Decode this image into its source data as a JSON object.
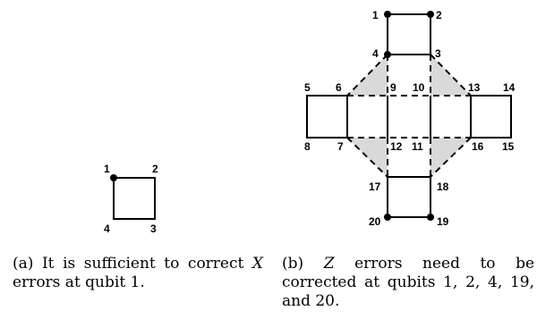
{
  "figure_a": {
    "qubits": [
      {
        "id": "1",
        "label": "1",
        "marked": true
      },
      {
        "id": "2",
        "label": "2",
        "marked": false
      },
      {
        "id": "3",
        "label": "3",
        "marked": false
      },
      {
        "id": "4",
        "label": "4",
        "marked": false
      }
    ],
    "caption": {
      "tag": "(a)",
      "before": "It is sufficient to correct",
      "var": "X",
      "after": "errors at qubit 1."
    }
  },
  "figure_b": {
    "qubits": [
      {
        "id": "1",
        "label": "1",
        "marked": true
      },
      {
        "id": "2",
        "label": "2",
        "marked": true
      },
      {
        "id": "3",
        "label": "3",
        "marked": false
      },
      {
        "id": "4",
        "label": "4",
        "marked": true
      },
      {
        "id": "5",
        "label": "5",
        "marked": false
      },
      {
        "id": "6",
        "label": "6",
        "marked": false
      },
      {
        "id": "7",
        "label": "7",
        "marked": false
      },
      {
        "id": "8",
        "label": "8",
        "marked": false
      },
      {
        "id": "9",
        "label": "9",
        "marked": false
      },
      {
        "id": "10",
        "label": "10",
        "marked": false
      },
      {
        "id": "11",
        "label": "11",
        "marked": false
      },
      {
        "id": "12",
        "label": "12",
        "marked": false
      },
      {
        "id": "13",
        "label": "13",
        "marked": false
      },
      {
        "id": "14",
        "label": "14",
        "marked": false
      },
      {
        "id": "15",
        "label": "15",
        "marked": false
      },
      {
        "id": "16",
        "label": "16",
        "marked": false
      },
      {
        "id": "17",
        "label": "17",
        "marked": false
      },
      {
        "id": "18",
        "label": "18",
        "marked": false
      },
      {
        "id": "19",
        "label": "19",
        "marked": true
      },
      {
        "id": "20",
        "label": "20",
        "marked": true
      }
    ],
    "caption": {
      "tag": "(b)",
      "var": "Z",
      "after": "errors need to be corrected at qubits 1, 2, 4, 19, and 20."
    }
  },
  "colors": {
    "line": "#000000",
    "shade": "#d9d9d9",
    "dot": "#000000"
  }
}
